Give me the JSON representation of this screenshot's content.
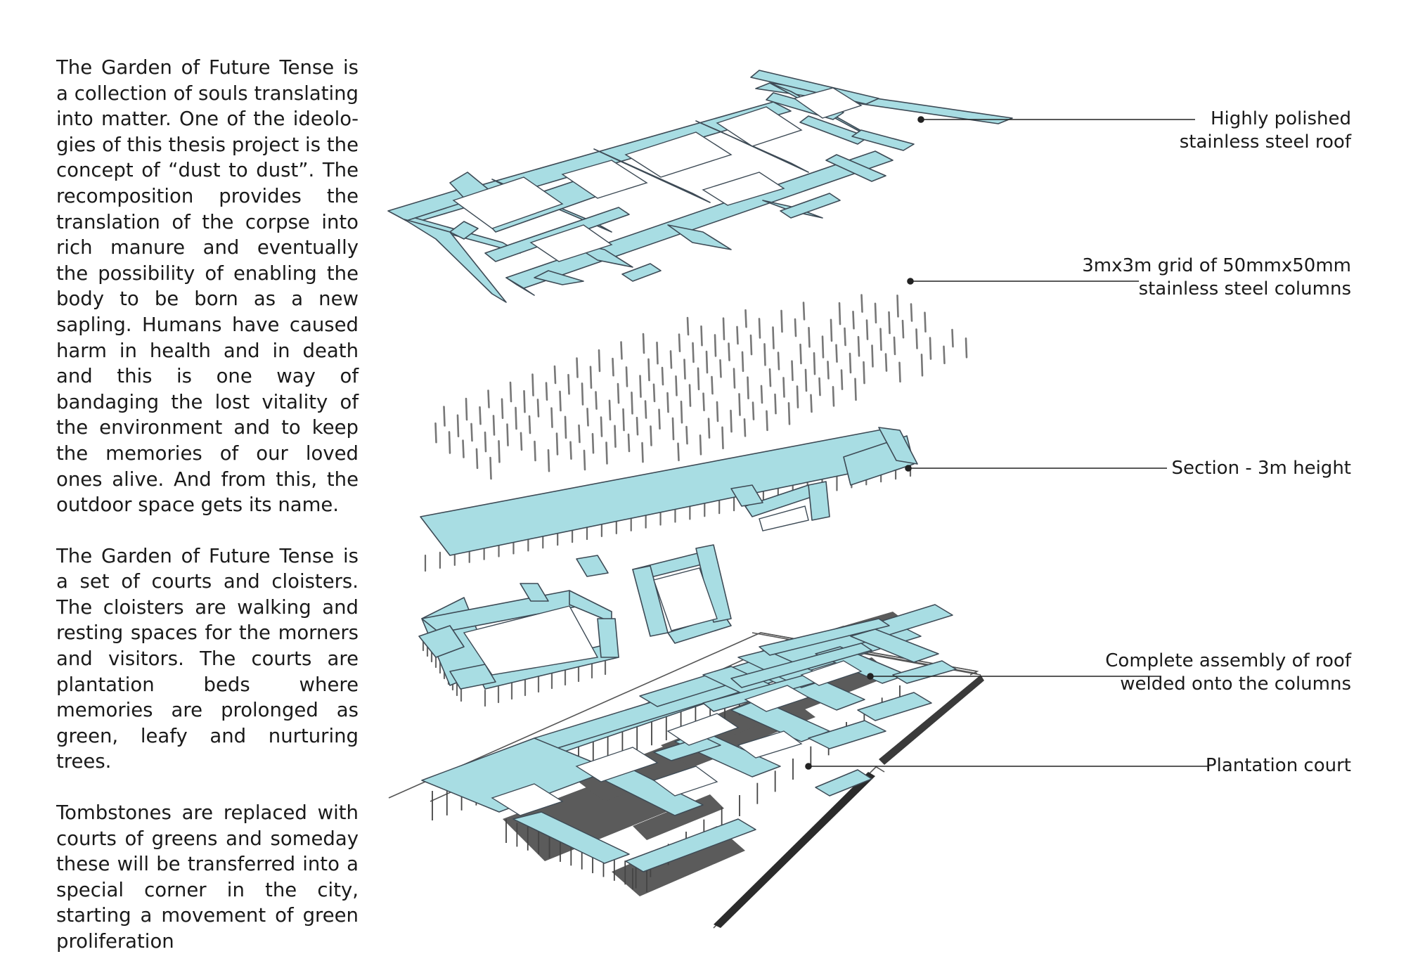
{
  "body_text": {
    "paragraphs": [
      "The Garden of Future Tense is a collection of souls translating into matter. One of the ideolo­gies of this thesis project is the concept of “dust to dust”. The recomposition provides the translation of the corpse into rich manure and eventually the possibility of enabling the body to be born as a new sapling. Humans have caused harm in health and in death and this is one way of bandaging the lost vitality of the environment and to keep the memories of our loved ones alive. And from this, the outdoor space gets its name.",
      "The Garden of Future Tense is a set of courts and cloisters. The cloisters are walking and resting spaces for the morners and visi­tors. The courts are plantation beds where memories are pro­longed as green, leafy and nur­turing trees.",
      "Tombstones are replaced with courts of greens and someday these will be transferred into a special corner in the city, start­ing a movement of green prolif­eration"
    ]
  },
  "labels": {
    "roof": [
      "Highly polished",
      "stainless steel roof"
    ],
    "columns": [
      "3mx3m grid of 50mmx50mm",
      "stainless steel columns"
    ],
    "section": [
      "Section - 3m height"
    ],
    "assembly": [
      "Complete assembly of roof",
      "welded onto the columns"
    ],
    "court": [
      "Plantation court"
    ]
  },
  "colors": {
    "roof_fill": "#a8dde3",
    "roof_edge": "#3d4a55",
    "column": "#777777",
    "leader": "#222222",
    "shadow": "#4a4a4a"
  }
}
